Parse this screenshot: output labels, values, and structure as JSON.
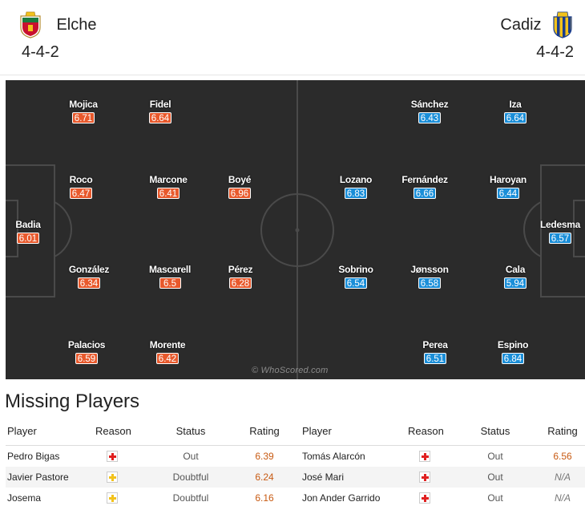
{
  "header": {
    "home": {
      "name": "Elche",
      "formation": "4-4-2",
      "crest_colors": [
        "#1b7a3e",
        "#c8102e",
        "#f2c21b"
      ]
    },
    "away": {
      "name": "Cadiz",
      "formation": "4-4-2",
      "crest_colors": [
        "#f2c21b",
        "#1a3d8f"
      ]
    }
  },
  "pitch": {
    "background": "#2b2b2b",
    "watermark": "© WhoScored.com",
    "home_rating_color": "#e8592c",
    "away_rating_color": "#1a8ed8",
    "home_players": [
      {
        "name": "Badia",
        "rating": "6.01"
      },
      {
        "name": "Mojica",
        "rating": "6.71"
      },
      {
        "name": "Roco",
        "rating": "6.47"
      },
      {
        "name": "González",
        "rating": "6.34"
      },
      {
        "name": "Palacios",
        "rating": "6.59"
      },
      {
        "name": "Fidel",
        "rating": "6.64"
      },
      {
        "name": "Marcone",
        "rating": "6.41"
      },
      {
        "name": "Mascarell",
        "rating": "6.5"
      },
      {
        "name": "Morente",
        "rating": "6.42"
      },
      {
        "name": "Boyé",
        "rating": "6.96"
      },
      {
        "name": "Pérez",
        "rating": "6.28"
      }
    ],
    "away_players": [
      {
        "name": "Ledesma",
        "rating": "6.57"
      },
      {
        "name": "Iza",
        "rating": "6.64"
      },
      {
        "name": "Haroyan",
        "rating": "6.44"
      },
      {
        "name": "Cala",
        "rating": "5.94"
      },
      {
        "name": "Espino",
        "rating": "6.84"
      },
      {
        "name": "Sánchez",
        "rating": "6.43"
      },
      {
        "name": "Fernández",
        "rating": "6.66"
      },
      {
        "name": "Jønsson",
        "rating": "6.58"
      },
      {
        "name": "Perea",
        "rating": "6.51"
      },
      {
        "name": "Lozano",
        "rating": "6.83"
      },
      {
        "name": "Sobrino",
        "rating": "6.54"
      }
    ]
  },
  "missing": {
    "title": "Missing Players",
    "headers": {
      "player": "Player",
      "reason": "Reason",
      "status": "Status",
      "rating": "Rating"
    },
    "rows": [
      {
        "left": {
          "player": "Pedro Bigas",
          "reason_icon": "injury-icon",
          "status": "Out",
          "rating": "6.39"
        },
        "right": {
          "player": "Tomás Alarcón",
          "reason_icon": "injury-icon",
          "status": "Out",
          "rating": "6.56"
        }
      },
      {
        "left": {
          "player": "Javier Pastore",
          "reason_icon": "doubt-icon",
          "status": "Doubtful",
          "rating": "6.24"
        },
        "right": {
          "player": "José Mari",
          "reason_icon": "injury-icon",
          "status": "Out",
          "rating": "N/A"
        }
      },
      {
        "left": {
          "player": "Josema",
          "reason_icon": "doubt-icon",
          "status": "Doubtful",
          "rating": "6.16"
        },
        "right": {
          "player": "Jon Ander Garrido",
          "reason_icon": "injury-icon",
          "status": "Out",
          "rating": "N/A"
        }
      }
    ]
  }
}
